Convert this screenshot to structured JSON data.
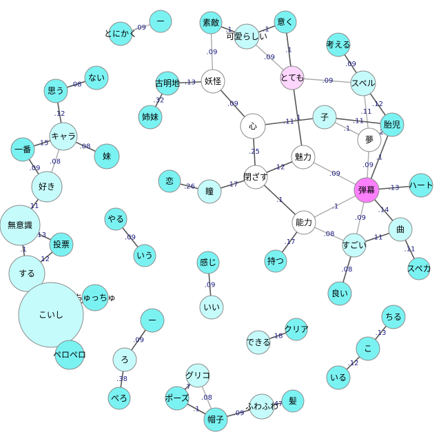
{
  "colors": {
    "degree_low": "#7bf2f2",
    "degree_mid": "#c6fbfb",
    "degree_high": "#ffffff",
    "highlight_strong": "#ff80ff",
    "highlight_soft": "#ffd6ff",
    "edge_strong": "#555555",
    "edge_weak": "#aaaaaa",
    "node_stroke": "#8a8a8a",
    "edge_label": "#1a1a80"
  },
  "nodes": [
    {
      "id": "ichi_top",
      "label": "ー",
      "style": "low"
    },
    {
      "id": "tonikaku",
      "label": "とにかく",
      "style": "low"
    },
    {
      "id": "suteki",
      "label": "素敵",
      "style": "low"
    },
    {
      "id": "kawaii",
      "label": "可愛らしい",
      "style": "mid"
    },
    {
      "id": "iku",
      "label": "意く",
      "style": "low"
    },
    {
      "id": "kangaeru",
      "label": "考える",
      "style": "low"
    },
    {
      "id": "totemo",
      "label": "とても",
      "style": "highlight_soft"
    },
    {
      "id": "youkai",
      "label": "妖怪",
      "style": "high"
    },
    {
      "id": "komeiji",
      "label": "古明地",
      "style": "low"
    },
    {
      "id": "shimai",
      "label": "姉妹",
      "style": "low"
    },
    {
      "id": "nai",
      "label": "ない",
      "style": "low"
    },
    {
      "id": "omou",
      "label": "思う",
      "style": "low"
    },
    {
      "id": "supel",
      "label": "スペル",
      "style": "mid"
    },
    {
      "id": "kokoro",
      "label": "心",
      "style": "high"
    },
    {
      "id": "ko_child",
      "label": "子",
      "style": "mid"
    },
    {
      "id": "taiji",
      "label": "胎児",
      "style": "low"
    },
    {
      "id": "chara",
      "label": "キャラ",
      "style": "mid"
    },
    {
      "id": "yume",
      "label": "夢",
      "style": "high"
    },
    {
      "id": "ichiban",
      "label": "一番",
      "style": "low"
    },
    {
      "id": "imouto",
      "label": "妹",
      "style": "low"
    },
    {
      "id": "miryoku",
      "label": "魅力",
      "style": "high"
    },
    {
      "id": "tojisu",
      "label": "閉ざす",
      "style": "high"
    },
    {
      "id": "suki",
      "label": "好き",
      "style": "mid"
    },
    {
      "id": "koi",
      "label": "恋",
      "style": "low"
    },
    {
      "id": "hitomi",
      "label": "瞳",
      "style": "mid"
    },
    {
      "id": "danmaku",
      "label": "弾幕",
      "style": "highlight_strong"
    },
    {
      "id": "heart",
      "label": "ハート",
      "style": "low"
    },
    {
      "id": "muishiki",
      "label": "無意識",
      "style": "mid"
    },
    {
      "id": "yaru",
      "label": "やる",
      "style": "low"
    },
    {
      "id": "nouryoku",
      "label": "能力",
      "style": "high"
    },
    {
      "id": "kyoku",
      "label": "曲",
      "style": "mid"
    },
    {
      "id": "touhyou",
      "label": "投票",
      "style": "low"
    },
    {
      "id": "sugoi",
      "label": "すごい",
      "style": "mid"
    },
    {
      "id": "iu",
      "label": "いう",
      "style": "low"
    },
    {
      "id": "motsu",
      "label": "持つ",
      "style": "low"
    },
    {
      "id": "kanji",
      "label": "感じ",
      "style": "low"
    },
    {
      "id": "suru",
      "label": "する",
      "style": "mid"
    },
    {
      "id": "supeka",
      "label": "スペカ",
      "style": "low"
    },
    {
      "id": "yoi",
      "label": "良い",
      "style": "low"
    },
    {
      "id": "ii",
      "label": "いい",
      "style": "mid"
    },
    {
      "id": "chucchuchu",
      "label": "ちゅっちゅ",
      "style": "low"
    },
    {
      "id": "koishi",
      "label": "こいし",
      "style": "mid"
    },
    {
      "id": "ichi_bottom",
      "label": "ー",
      "style": "low"
    },
    {
      "id": "chiru",
      "label": "ちる",
      "style": "low"
    },
    {
      "id": "dekiru",
      "label": "できる",
      "style": "mid"
    },
    {
      "id": "clear",
      "label": "クリア",
      "style": "low"
    },
    {
      "id": "ko_small",
      "label": "こ",
      "style": "low"
    },
    {
      "id": "ro",
      "label": "ろ",
      "style": "mid"
    },
    {
      "id": "peropero",
      "label": "ペロペロ",
      "style": "low"
    },
    {
      "id": "iru",
      "label": "いる",
      "style": "low"
    },
    {
      "id": "pero",
      "label": "ぺろ",
      "style": "low"
    },
    {
      "id": "glico",
      "label": "グリコ",
      "style": "mid"
    },
    {
      "id": "pose",
      "label": "ポーズ",
      "style": "low"
    },
    {
      "id": "fuwafuwa",
      "label": "ふわふわ",
      "style": "mid"
    },
    {
      "id": "kami",
      "label": "髪",
      "style": "low"
    },
    {
      "id": "boushi",
      "label": "帽子",
      "style": "low"
    }
  ],
  "edges": [
    {
      "source": "ichi_top",
      "target": "tonikaku",
      "label": ".09",
      "strong": false
    },
    {
      "source": "suteki",
      "target": "kawaii",
      "label": ".1",
      "strong": true
    },
    {
      "source": "kawaii",
      "target": "iku",
      "label": ".1",
      "strong": true
    },
    {
      "source": "suteki",
      "target": "youkai",
      "label": ".09",
      "strong": false
    },
    {
      "source": "kawaii",
      "target": "totemo",
      "label": ".09",
      "strong": false
    },
    {
      "source": "iku",
      "target": "totemo",
      "label": ".1",
      "strong": true
    },
    {
      "source": "kangaeru",
      "target": "supel",
      "label": ".09",
      "strong": true
    },
    {
      "source": "totemo",
      "target": "supel",
      "label": ".09",
      "strong": false
    },
    {
      "source": "totemo",
      "target": "miryoku",
      "label": ".1",
      "strong": true
    },
    {
      "source": "komeiji",
      "target": "youkai",
      "label": ".13",
      "strong": true
    },
    {
      "source": "komeiji",
      "target": "shimai",
      "label": ".32",
      "strong": true
    },
    {
      "source": "youkai",
      "target": "kokoro",
      "label": ".09",
      "strong": true
    },
    {
      "source": "omou",
      "target": "nai",
      "label": ".08",
      "strong": true
    },
    {
      "source": "omou",
      "target": "chara",
      "label": ".12",
      "strong": true
    },
    {
      "source": "supel",
      "target": "taiji",
      "label": ".12",
      "strong": true
    },
    {
      "source": "supel",
      "target": "yume",
      "label": ".11",
      "strong": false
    },
    {
      "source": "kokoro",
      "target": "ko_child",
      "label": ".11",
      "strong": true
    },
    {
      "source": "ko_child",
      "target": "taiji",
      "label": ".11",
      "strong": true
    },
    {
      "source": "ko_child",
      "target": "yume",
      "label": ".1",
      "strong": false
    },
    {
      "source": "yume",
      "target": "taiji",
      "label": ".2",
      "strong": false
    },
    {
      "source": "taiji",
      "target": "danmaku",
      "label": ".1",
      "strong": true
    },
    {
      "source": "yume",
      "target": "danmaku",
      "label": ".09",
      "strong": false
    },
    {
      "source": "kokoro",
      "target": "tojisu",
      "label": ".25",
      "strong": true
    },
    {
      "source": "chara",
      "target": "ichiban",
      "label": ".15",
      "strong": true
    },
    {
      "source": "chara",
      "target": "imouto",
      "label": ".08",
      "strong": true
    },
    {
      "source": "chara",
      "target": "suki",
      "label": ".08",
      "strong": false
    },
    {
      "source": "ichiban",
      "target": "suki",
      "label": ".09",
      "strong": true
    },
    {
      "source": "miryoku",
      "target": "tojisu",
      "label": ".12",
      "strong": true
    },
    {
      "source": "miryoku",
      "target": "danmaku",
      "label": ".09",
      "strong": false
    },
    {
      "source": "koi",
      "target": "hitomi",
      "label": ".26",
      "strong": true
    },
    {
      "source": "hitomi",
      "target": "tojisu",
      "label": ".17",
      "strong": true
    },
    {
      "source": "tojisu",
      "target": "nouryoku",
      "label": ".1",
      "strong": true
    },
    {
      "source": "danmaku",
      "target": "heart",
      "label": ".13",
      "strong": true
    },
    {
      "source": "danmaku",
      "target": "nouryoku",
      "label": ".1",
      "strong": false
    },
    {
      "source": "danmaku",
      "target": "kyoku",
      "label": ".14",
      "strong": true
    },
    {
      "source": "danmaku",
      "target": "sugoi",
      "label": ".09",
      "strong": false
    },
    {
      "source": "suki",
      "target": "muishiki",
      "label": ".11",
      "strong": true
    },
    {
      "source": "muishiki",
      "target": "touhyou",
      "label": ".13",
      "strong": true
    },
    {
      "source": "muishiki",
      "target": "suru",
      "label": ".1",
      "strong": true
    },
    {
      "source": "touhyou",
      "target": "suru",
      "label": ".12",
      "strong": true
    },
    {
      "source": "yaru",
      "target": "iu",
      "label": ".09",
      "strong": true
    },
    {
      "source": "nouryoku",
      "target": "motsu",
      "label": ".17",
      "strong": true
    },
    {
      "source": "nouryoku",
      "target": "sugoi",
      "label": ".08",
      "strong": false
    },
    {
      "source": "sugoi",
      "target": "kyoku",
      "label": ".11",
      "strong": true
    },
    {
      "source": "kyoku",
      "target": "supeka",
      "label": ".11",
      "strong": true
    },
    {
      "source": "sugoi",
      "target": "yoi",
      "label": ".08",
      "strong": true
    },
    {
      "source": "kanji",
      "target": "ii",
      "label": ".09",
      "strong": true
    },
    {
      "source": "suru",
      "target": "koishi",
      "label": "",
      "strong": true
    },
    {
      "source": "koishi",
      "target": "chucchuchu",
      "label": "",
      "strong": true
    },
    {
      "source": "koishi",
      "target": "peropero",
      "label": "",
      "strong": true
    },
    {
      "source": "chiru",
      "target": "ko_small",
      "label": ".13",
      "strong": true
    },
    {
      "source": "ko_small",
      "target": "iru",
      "label": ".12",
      "strong": true
    },
    {
      "source": "dekiru",
      "target": "clear",
      "label": ".18",
      "strong": true
    },
    {
      "source": "ichi_bottom",
      "target": "ro",
      "label": ".09",
      "strong": true
    },
    {
      "source": "ro",
      "target": "pero",
      "label": ".38",
      "strong": true
    },
    {
      "source": "glico",
      "target": "pose",
      "label": ".7",
      "strong": true
    },
    {
      "source": "glico",
      "target": "boushi",
      "label": ".08",
      "strong": false
    },
    {
      "source": "pose",
      "target": "boushi",
      "label": ".1",
      "strong": true
    },
    {
      "source": "boushi",
      "target": "fuwafuwa",
      "label": ".09",
      "strong": true
    },
    {
      "source": "fuwafuwa",
      "target": "kami",
      "label": ".47",
      "strong": true
    }
  ]
}
